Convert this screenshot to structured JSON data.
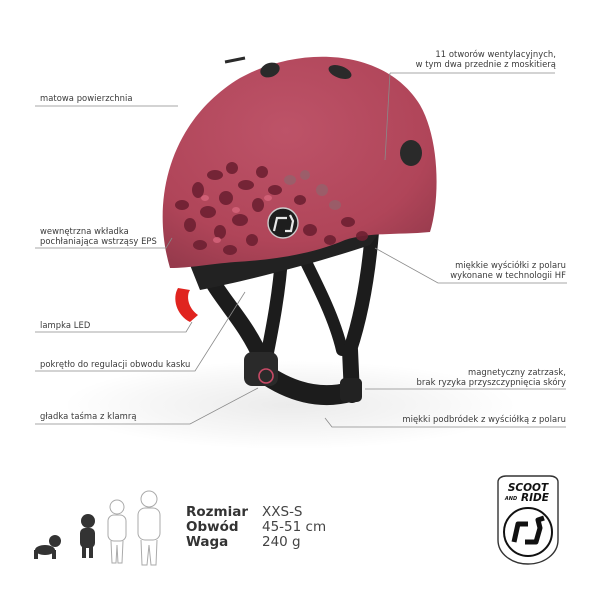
{
  "callouts": {
    "matte_surface": "matowa powierzchnia",
    "vents_line1": "11 otworów wentylacyjnych,",
    "vents_line2": "w tym dwa przednie z moskitierą",
    "eps_line1": "wewnętrzna wkładka",
    "eps_line2": "pochłaniająca wstrząsy EPS",
    "padding_line1": "miękkie wyściółki z polaru",
    "padding_line2": "wykonane w technologii HF",
    "led": "lampka LED",
    "dial": "pokrętło do regulacji obwodu kasku",
    "magnet_line1": "magnetyczny zatrzask,",
    "magnet_line2": "brak  ryzyka przyszczypnięcia skóry",
    "strap": "gładka taśma z klamrą",
    "chin": "miękki podbródek z wyściółką z polaru"
  },
  "specs": [
    {
      "key": "Rozmiar",
      "value": "XXS-S"
    },
    {
      "key": "Obwód",
      "value": "45-51 cm"
    },
    {
      "key": "Waga",
      "value": "240 g"
    }
  ],
  "brand": {
    "line1": "SCOOT",
    "line2": "AND",
    "line3": "RIDE"
  },
  "colors": {
    "helmet": "#b5475c",
    "helmet_shade": "#9e3b4f",
    "strap": "#1a1a1a",
    "led": "#e0241f",
    "leader_line": "#888888"
  },
  "icons": [
    "age-silhouette-baby-crawling",
    "age-silhouette-toddler",
    "age-silhouette-child-outline",
    "age-silhouette-older-child-outline",
    "scoot-and-ride-logo"
  ]
}
